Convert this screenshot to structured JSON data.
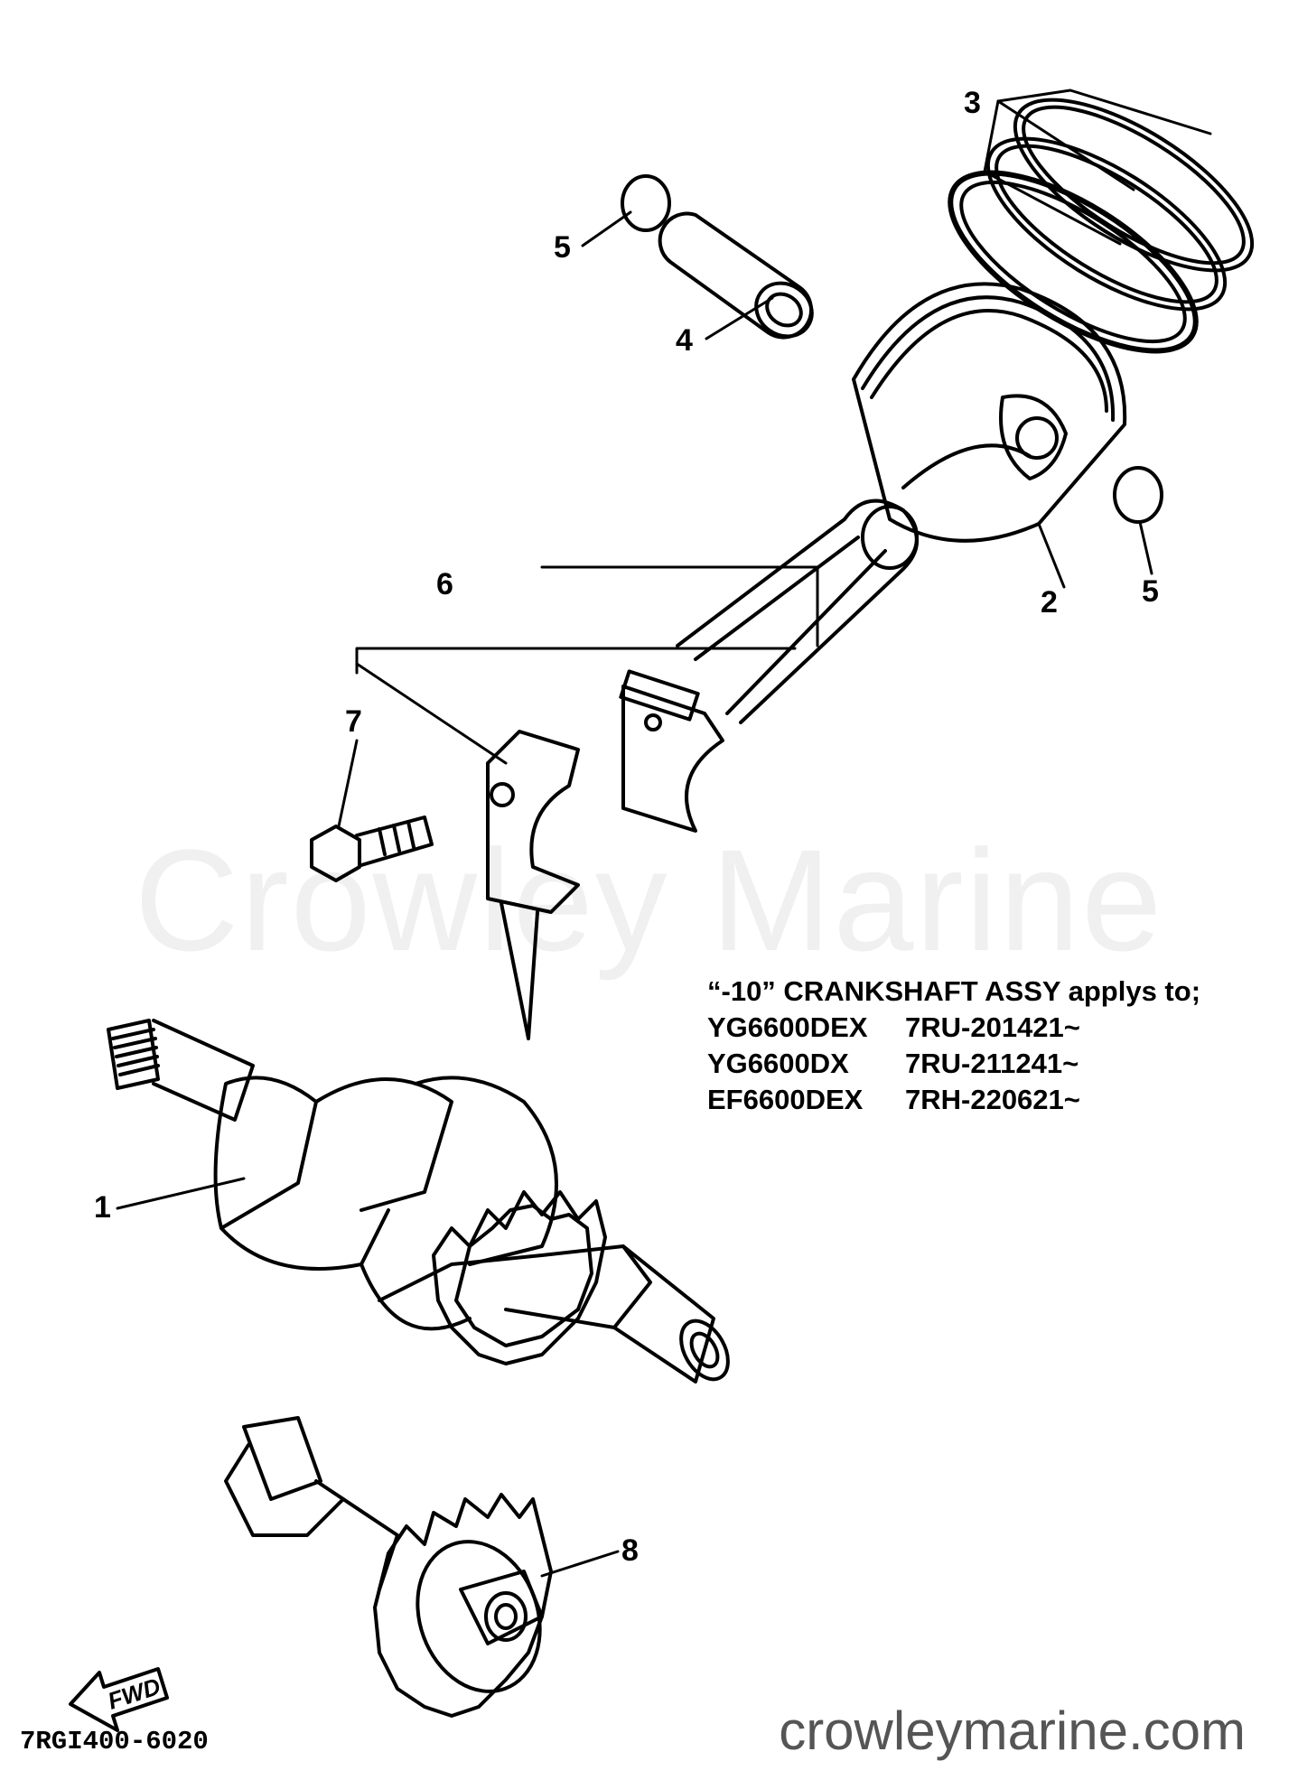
{
  "watermark": "Crowley Marine",
  "callouts": {
    "c1": "1",
    "c2": "2",
    "c3": "3",
    "c4": "4",
    "c5a": "5",
    "c5b": "5",
    "c6": "6",
    "c7": "7",
    "c8": "8"
  },
  "fwd_label": "FWD",
  "note": {
    "heading": "“-10” CRANKSHAFT ASSY applys to;",
    "rows": [
      {
        "model": "YG6600DEX",
        "serial": "7RU-201421~"
      },
      {
        "model": "YG6600DX",
        "serial": "7RU-211241~"
      },
      {
        "model": "EF6600DEX",
        "serial": "7RH-220621~"
      }
    ]
  },
  "diagram_code": "7RGI400-6020",
  "website": "crowleymarine.com"
}
